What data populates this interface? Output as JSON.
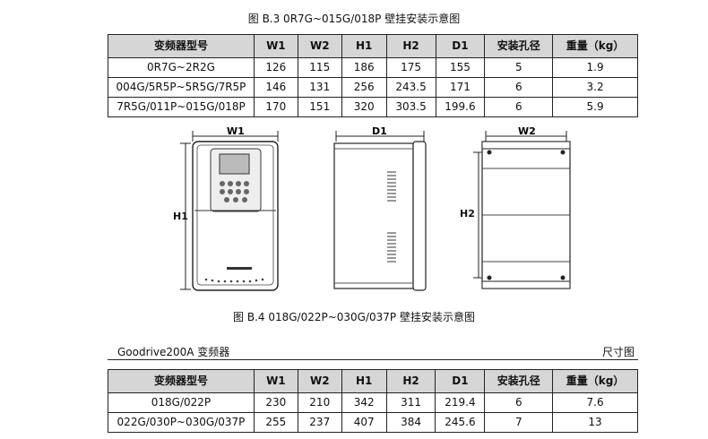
{
  "caption_b3": "图 B.3 0R7G~015G/018P 壁挂安装示意图",
  "caption_b4": "图 B.4 018G/022P~030G/037P 壁挂安装示意图",
  "header_left": "Goodrive200A 变频器",
  "header_right": "尺寸图",
  "table_headers": [
    "变频器型号",
    "W1",
    "W2",
    "H1",
    "H2",
    "D1",
    "安装孔径",
    "重量（kg）"
  ],
  "table1": {
    "rows": [
      [
        "0R7G~2R2G",
        "126",
        "115",
        "186",
        "175",
        "155",
        "5",
        "1.9"
      ],
      [
        "004G/5R5P~5R5G/7R5P",
        "146",
        "131",
        "256",
        "243.5",
        "171",
        "6",
        "3.2"
      ],
      [
        "7R5G/011P~015G/018P",
        "170",
        "151",
        "320",
        "303.5",
        "199.6",
        "6",
        "5.9"
      ]
    ]
  },
  "table2": {
    "rows": [
      [
        "018G/022P",
        "230",
        "210",
        "342",
        "311",
        "219.4",
        "6",
        "7.6"
      ],
      [
        "022G/030P~030G/037P",
        "255",
        "237",
        "407",
        "384",
        "245.6",
        "7",
        "13"
      ]
    ]
  },
  "drawings": {
    "front_w_label": "W1",
    "front_h_label": "H1",
    "side_d_label": "D1",
    "back_w_label": "W2",
    "back_h_label": "H2"
  }
}
